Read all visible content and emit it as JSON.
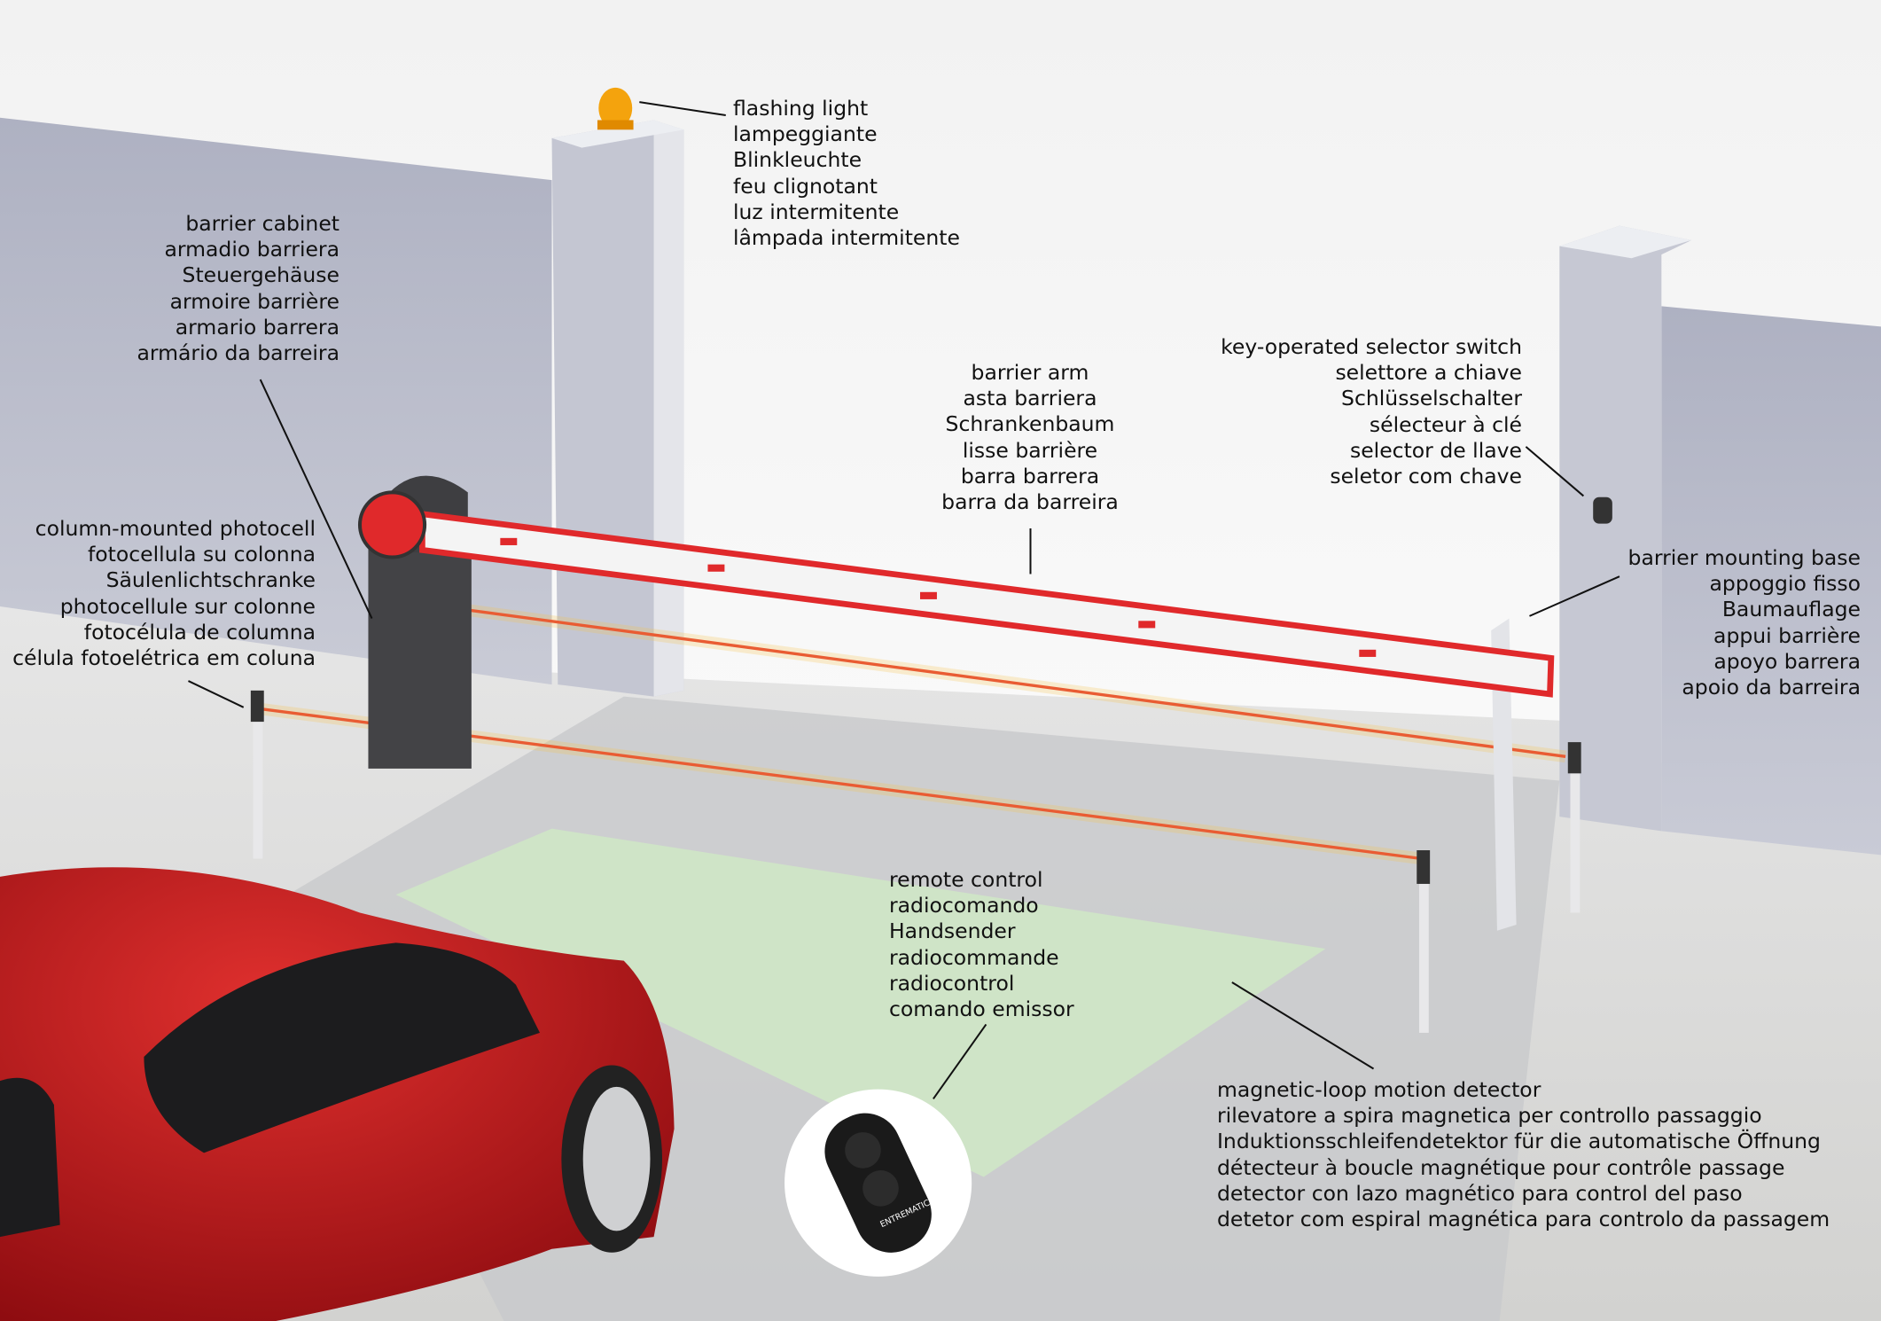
{
  "labels": {
    "flashing_light": [
      "flashing light",
      "lampeggiante",
      "Blinkleuchte",
      "feu clignotant",
      "luz intermitente",
      "lâmpada intermitente"
    ],
    "barrier_cabinet": [
      "barrier cabinet",
      "armadio barriera",
      "Steuergehäuse",
      "armoire barrière",
      "armario barrera",
      "armário da barreira"
    ],
    "barrier_arm": [
      "barrier arm",
      "asta barriera",
      "Schrankenbaum",
      "lisse barrière",
      "barra barrera",
      "barra da barreira"
    ],
    "key_selector": [
      "key-operated selector switch",
      "selettore a chiave",
      "Schlüsselschalter",
      "sélecteur à clé",
      "selector de llave",
      "seletor com chave"
    ],
    "photocell": [
      "column-mounted photocell",
      "fotocellula su colonna",
      "Säulenlichtschranke",
      "photocellule sur colonne",
      "fotocélula de columna",
      "célula fotoelétrica em coluna"
    ],
    "mounting_base": [
      "barrier mounting base",
      "appoggio fisso",
      "Baumauflage",
      "appui barrière",
      "apoyo barrera",
      "apoio da barreira"
    ],
    "remote_control": [
      "remote control",
      "radiocomando",
      "Handsender",
      "radiocommande",
      "radiocontrol",
      "comando emissor"
    ],
    "magnetic_loop": [
      "magnetic-loop motion detector",
      "rilevatore a spira magnetica per controllo passaggio",
      "Induktionsschleifendetektor für die automatische Öffnung",
      "détecteur à boucle magnétique pour contrôle passage",
      "detector con lazo magnético para control del paso",
      "detetor com espiral magnética para controlo da passagem"
    ]
  },
  "remote_brand": "ENTREMATIC",
  "colors": {
    "barrier_red": "#e0292b",
    "wall": "#babdcb",
    "loop_green": "#cfe4c7",
    "cabinet": "#4b4b4e",
    "car_red": "#b8161b"
  }
}
